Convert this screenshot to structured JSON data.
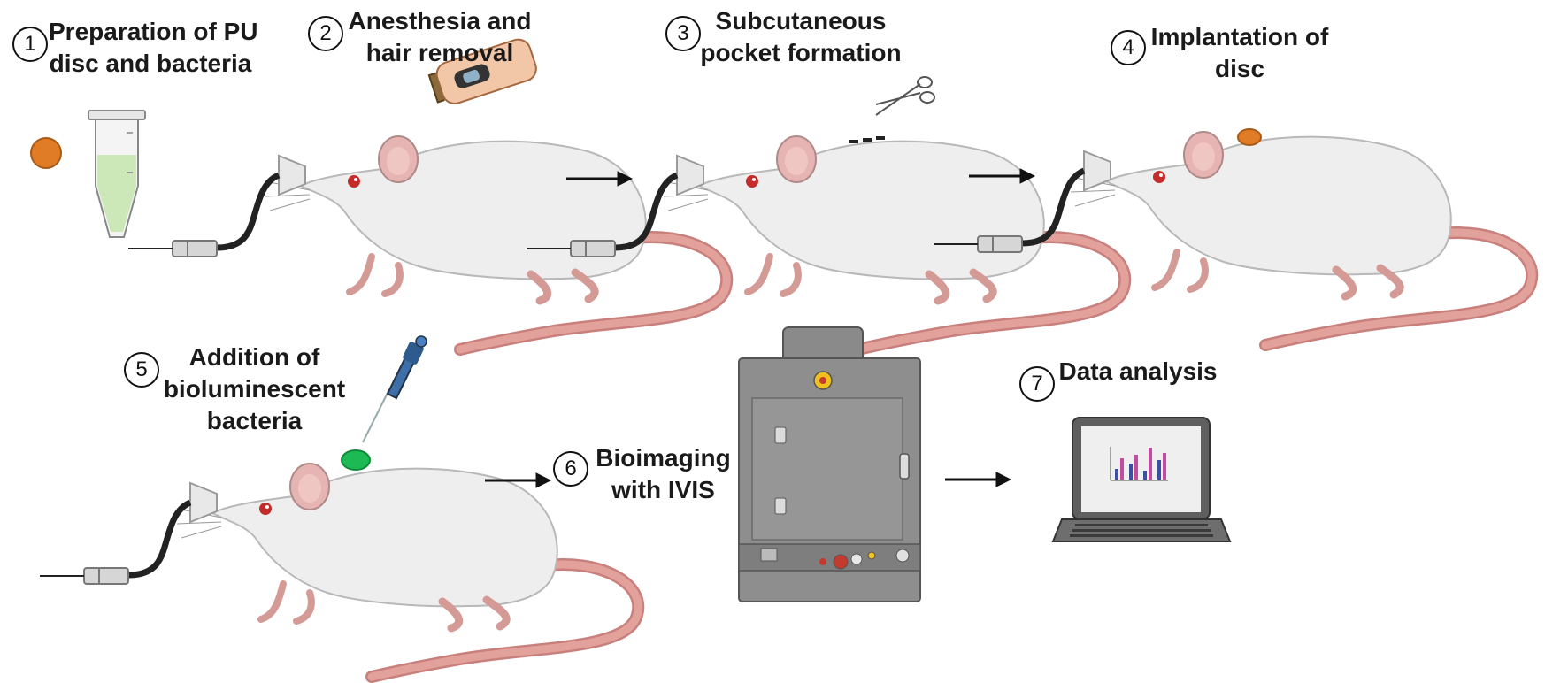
{
  "steps": [
    {
      "number": "1",
      "line1": "Preparation of PU",
      "line2": "disc and bacteria"
    },
    {
      "number": "2",
      "line1": "Anesthesia and",
      "line2": "hair removal"
    },
    {
      "number": "3",
      "line1": "Subcutaneous",
      "line2": "pocket formation"
    },
    {
      "number": "4",
      "line1": "Implantation of",
      "line2": "disc"
    },
    {
      "number": "5",
      "line1": "Addition of",
      "line2": "bioluminescent",
      "line3": "bacteria"
    },
    {
      "number": "6",
      "line1": "Bioimaging",
      "line2": "with IVIS"
    },
    {
      "number": "7",
      "line1": "Data analysis"
    }
  ],
  "colors": {
    "disc": "#e07b26",
    "bacteria_green": "#1db954",
    "tube_liquid": "#cde8b8",
    "mouse_body": "#ededed",
    "mouse_tail": "#d98c88",
    "machine": "#8e8e8e",
    "arrow": "#111111"
  },
  "icons": [
    "pu-disc-icon",
    "microtube-icon",
    "hair-clipper-icon",
    "scissors-icon",
    "pipette-icon",
    "ivis-imager-icon",
    "laptop-icon",
    "mouse-icon",
    "nose-cone-icon"
  ]
}
